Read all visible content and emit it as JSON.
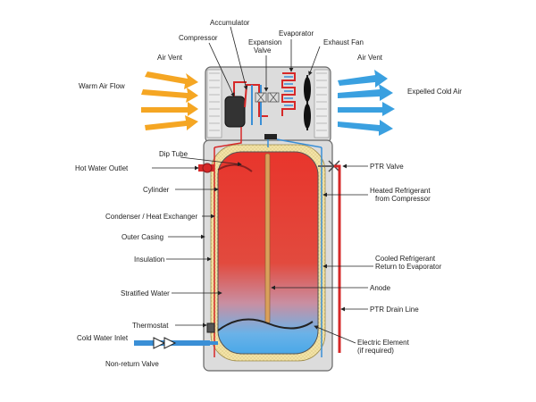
{
  "labels": {
    "accumulator": "Accumulator",
    "evaporator": "Evaporator",
    "compressor": "Compressor",
    "expansion_valve_1": "Expansion",
    "expansion_valve_2": "Valve",
    "exhaust_fan": "Exhaust Fan",
    "air_vent_left": "Air Vent",
    "air_vent_right": "Air Vent",
    "warm_air_flow": "Warm Air Flow",
    "expelled_cold_air": "Expelled Cold Air",
    "dip_tube": "Dip Tube",
    "hot_water_outlet": "Hot Water Outlet",
    "ptr_valve": "PTR Valve",
    "cylinder": "Cylinder",
    "heated_refrigerant_1": "Heated Refrigerant",
    "heated_refrigerant_2": "from Compressor",
    "condenser": "Condenser / Heat Exchanger",
    "outer_casing": "Outer Casing",
    "insulation": "Insulation",
    "cooled_refrigerant_1": "Cooled Refrigerant",
    "cooled_refrigerant_2": "Return to Evaporator",
    "anode": "Anode",
    "stratified_water": "Stratified Water",
    "ptr_drain_line": "PTR Drain Line",
    "thermostat": "Thermostat",
    "cold_water_inlet": "Cold Water Inlet",
    "electric_element_1": "Electric Element",
    "electric_element_2": "(if required)",
    "non_return_valve": "Non-return Valve"
  },
  "colors": {
    "hot_pipe": "#d62828",
    "cold_pipe": "#3a8fd6",
    "warm_air": "#f5a623",
    "cold_air": "#3aa0e0",
    "casing": "#d7d7d7",
    "insulation": "#f3e3a6",
    "tank_top": "#e8352c",
    "tank_bottom": "#4aa8e8"
  }
}
